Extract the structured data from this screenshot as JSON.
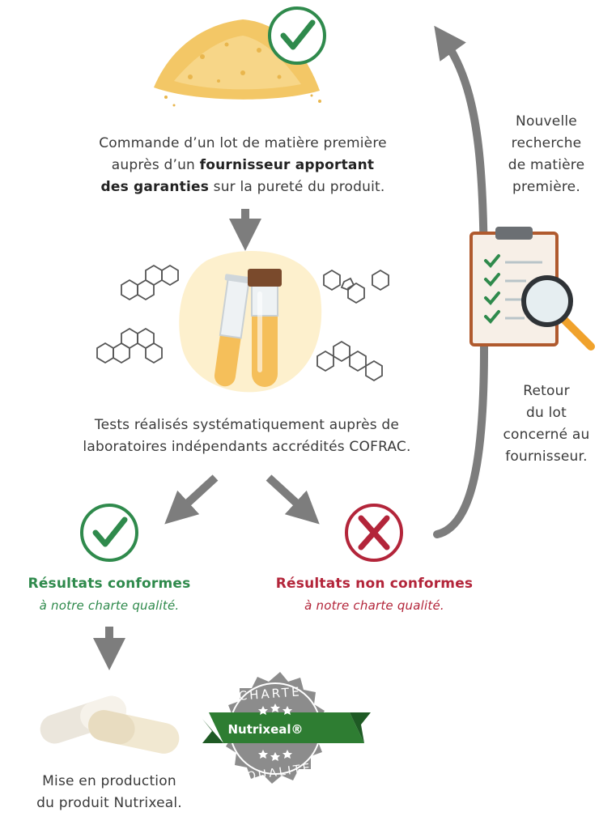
{
  "step_order": {
    "line1": "Commande d’un lot de matière première",
    "line2_prefix": "auprès d’un ",
    "line2_bold": "fournisseur apportant",
    "line3_bold": "des garanties",
    "line3_suffix": " sur la pureté du produit."
  },
  "step_tests": {
    "line1": "Tests réalisés systématiquement auprès de",
    "line2": "laboratoires indépendants accrédités COFRAC."
  },
  "result_ok": {
    "title": "Résultats conformes",
    "subtitle": "à notre charte qualité."
  },
  "result_ko": {
    "title": "Résultats non conformes",
    "subtitle": "à notre charte qualité."
  },
  "step_production": {
    "line1": "Mise en production",
    "line2": "du produit Nutrixeal."
  },
  "side_research": {
    "line1": "Nouvelle",
    "line2": "recherche",
    "line3": "de matière",
    "line4": "première."
  },
  "side_return": {
    "line1": "Retour",
    "line2": "du lot",
    "line3": "concerné au",
    "line4": "fournisseur."
  },
  "seal": {
    "top": "CHARTE",
    "brand": "Nutrixeal®",
    "bottom": "QUALITÉ"
  },
  "colors": {
    "green": "#2f8a4c",
    "red": "#b3253a",
    "arrow": "#7d7d7d",
    "powder": "#f3c766",
    "seal": "#8c8c8c"
  }
}
